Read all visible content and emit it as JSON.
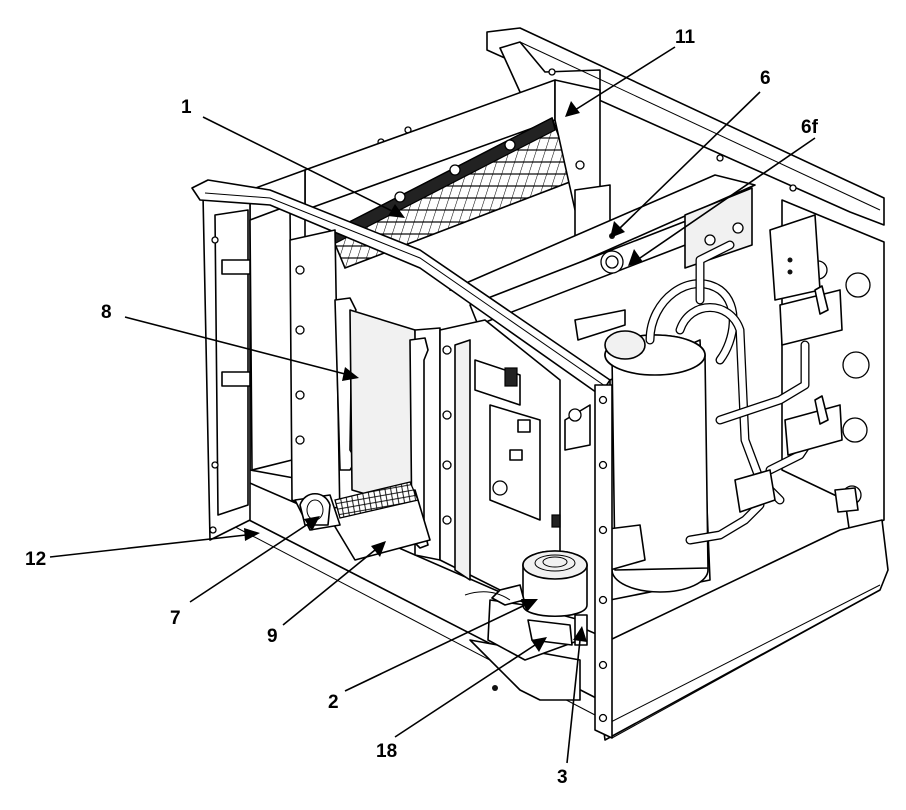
{
  "callouts": [
    {
      "id": "1",
      "label": "1"
    },
    {
      "id": "11",
      "label": "11"
    },
    {
      "id": "6",
      "label": "6"
    },
    {
      "id": "6f",
      "label": "6f"
    },
    {
      "id": "8",
      "label": "8"
    },
    {
      "id": "12",
      "label": "12"
    },
    {
      "id": "7",
      "label": "7"
    },
    {
      "id": "9",
      "label": "9"
    },
    {
      "id": "2",
      "label": "2"
    },
    {
      "id": "18",
      "label": "18"
    },
    {
      "id": "3",
      "label": "3"
    }
  ]
}
